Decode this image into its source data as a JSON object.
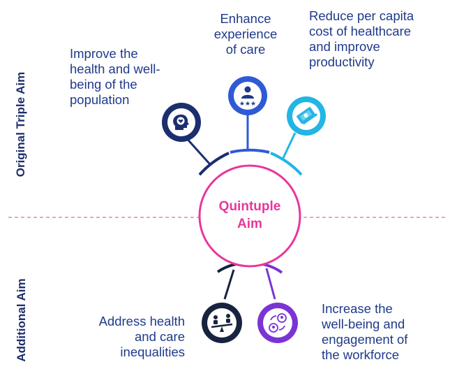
{
  "side_labels": {
    "top": "Original Triple Aim",
    "bottom": "Additional Aim"
  },
  "center": {
    "line1": "Quintuple",
    "line2": "Aim"
  },
  "aims": [
    {
      "id": "population-health",
      "lines": [
        "Improve the",
        "health and well-",
        "being of the",
        "population"
      ],
      "icon": "head-heart-icon",
      "color": "#1b2f6e"
    },
    {
      "id": "care-experience",
      "lines": [
        "Enhance",
        "experience",
        "of care"
      ],
      "icon": "person-stars-icon",
      "color": "#2f5ad6"
    },
    {
      "id": "cost-productivity",
      "lines": [
        "Reduce per capita",
        "cost of healthcare",
        "and improve",
        "productivity"
      ],
      "icon": "money-icon",
      "color": "#22b5e6"
    },
    {
      "id": "health-equity",
      "lines": [
        "Address health",
        "and care",
        "inequalities"
      ],
      "icon": "seesaw-people-icon",
      "color": "#17233f"
    },
    {
      "id": "workforce-wellbeing",
      "lines": [
        "Increase the",
        "well-being and",
        "engagement of",
        "the workforce"
      ],
      "icon": "people-cycle-icon",
      "color": "#7a34d6"
    }
  ],
  "colors": {
    "text": "#1f3a8a",
    "side_label": "#1f2f6b",
    "accent_pink": "#e8369b",
    "divider": "#f27cc0"
  }
}
